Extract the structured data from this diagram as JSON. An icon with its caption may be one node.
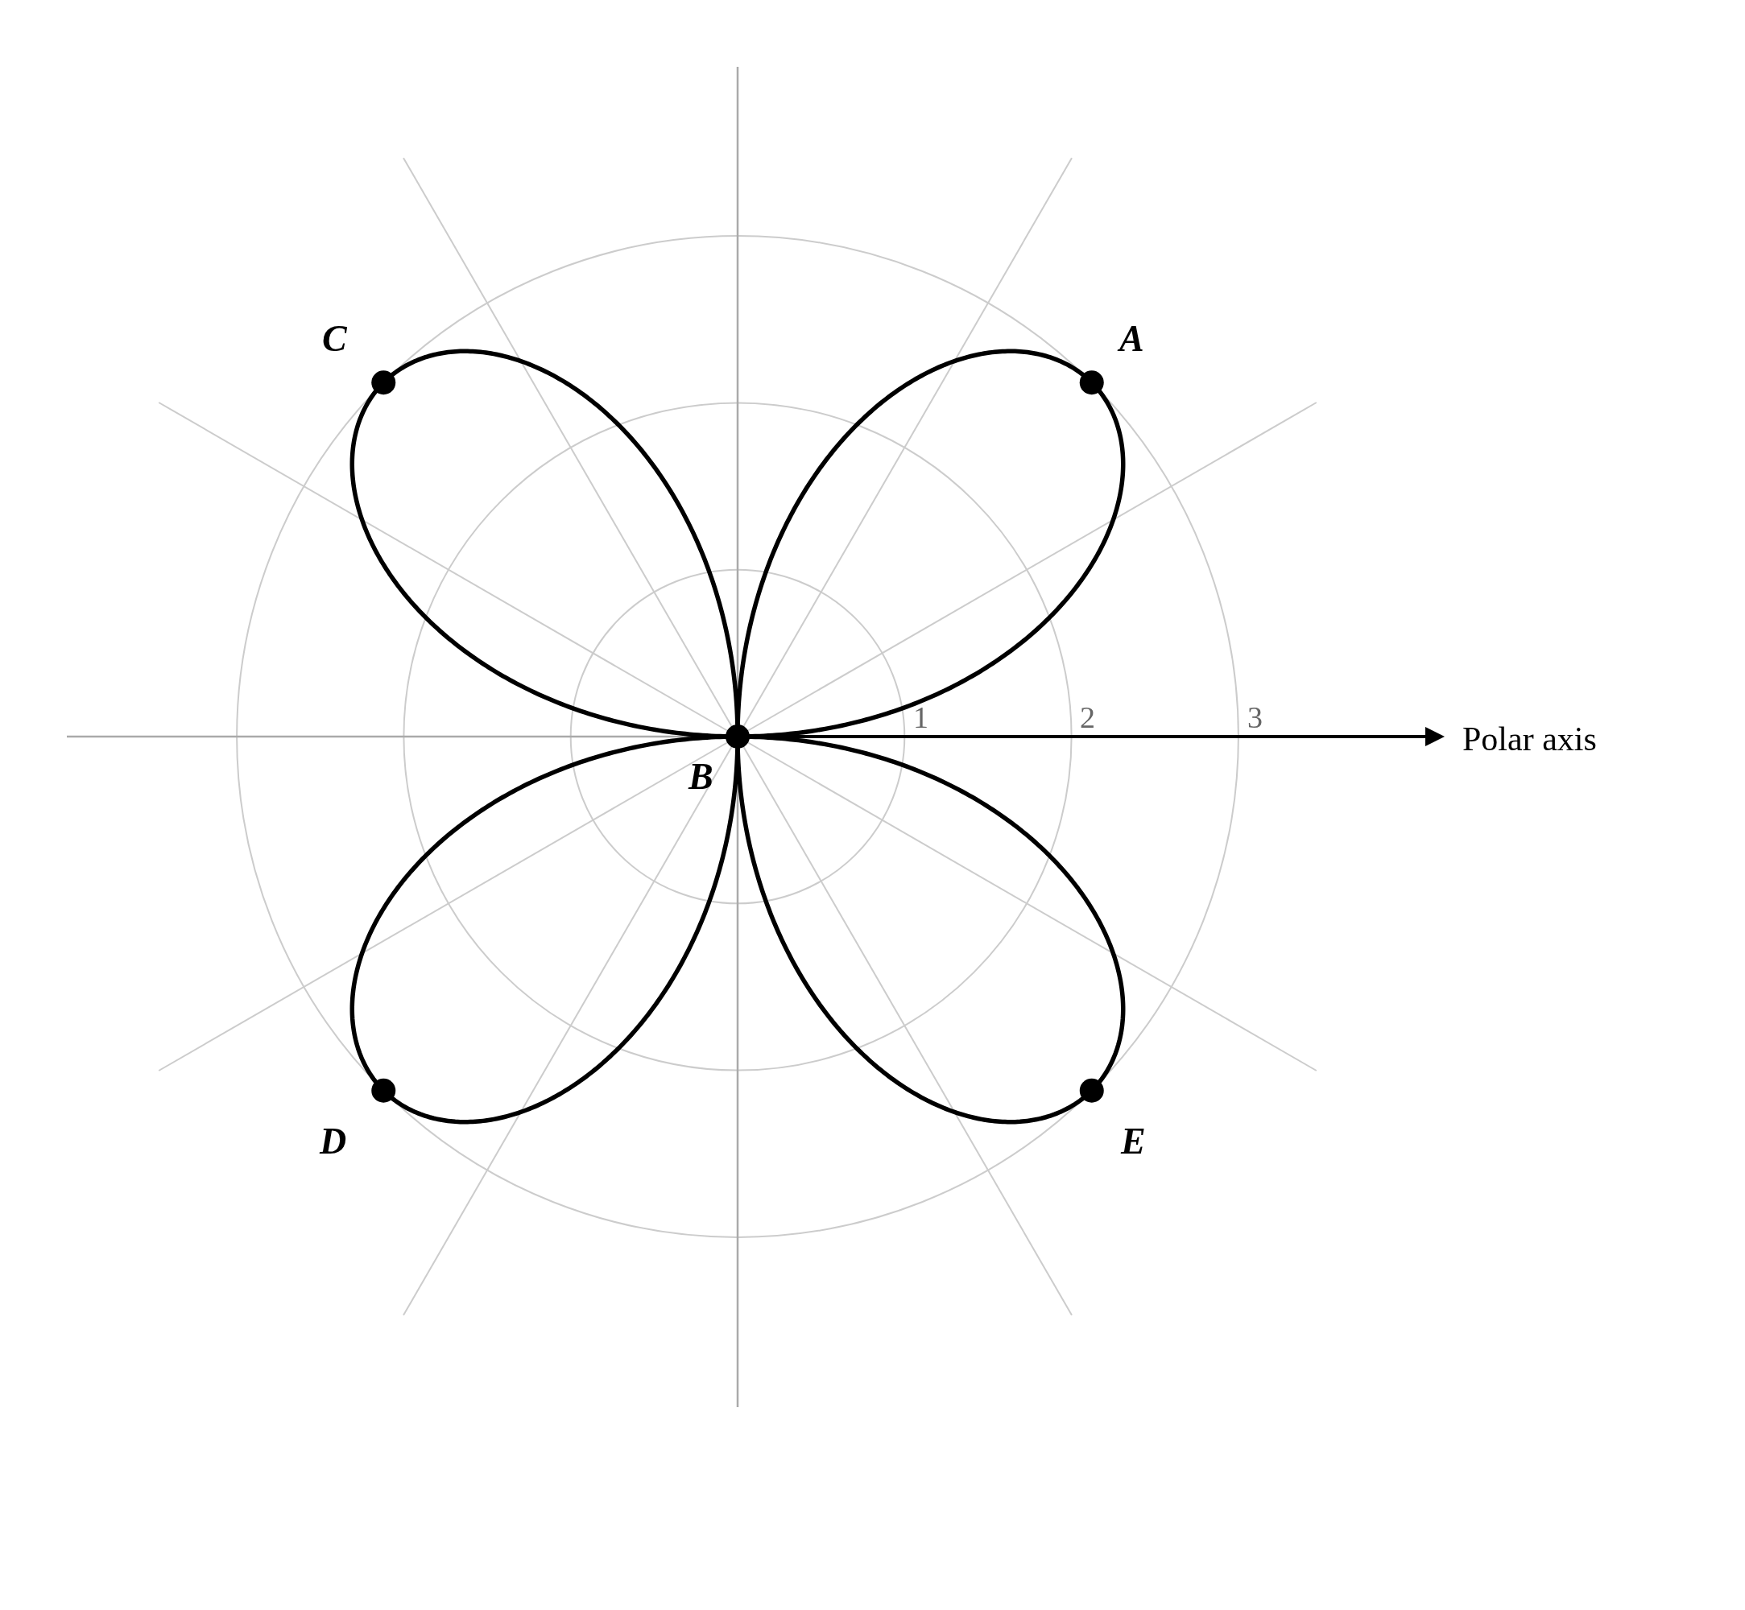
{
  "diagram": {
    "labels": [
      "C",
      "A",
      "1",
      "2",
      "3",
      "Polar axis",
      "B",
      "D",
      "E"
    ]
  }
}
